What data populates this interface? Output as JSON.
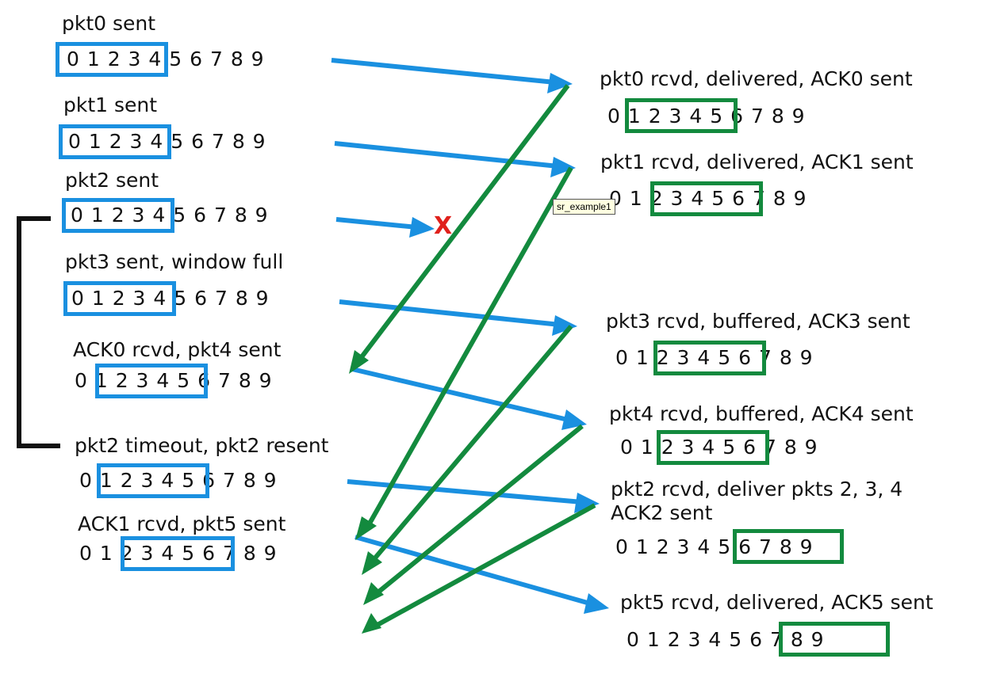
{
  "sender": [
    {
      "label": "pkt0 sent",
      "seq": "0 1 2 3 4 5 6 7 8 9"
    },
    {
      "label": "pkt1 sent",
      "seq": "0 1 2 3 4 5 6 7 8 9"
    },
    {
      "label": "pkt2 sent",
      "seq": "0 1 2 3 4 5 6 7 8 9"
    },
    {
      "label": "pkt3 sent, window full",
      "seq": "0 1 2 3 4 5 6 7 8 9"
    },
    {
      "label": "ACK0 rcvd, pkt4 sent",
      "seq": "0 1 2 3 4 5 6 7 8 9"
    },
    {
      "label": "pkt2 timeout, pkt2 resent",
      "seq": "0 1 2 3 4 5 6 7 8 9"
    },
    {
      "label": "ACK1 rcvd, pkt5 sent",
      "seq": "0 1 2 3 4 5 6 7 8 9"
    }
  ],
  "receiver": [
    {
      "label": "pkt0 rcvd, delivered, ACK0 sent",
      "seq": "0 1 2 3 4 5 6 7 8 9"
    },
    {
      "label": "pkt1 rcvd, delivered, ACK1 sent",
      "seq": "0 1 2 3 4 5 6 7 8 9"
    },
    {
      "label": "pkt3 rcvd, buffered, ACK3 sent",
      "seq": "0 1 2 3 4 5 6 7 8 9"
    },
    {
      "label": "pkt4 rcvd, buffered, ACK4 sent",
      "seq": "0 1 2 3 4 5 6 7 8 9"
    },
    {
      "label": "pkt2 rcvd, deliver pkts 2, 3, 4",
      "label2": "ACK2 sent",
      "seq": "0 1 2 3 4 5 6 7 8 9"
    },
    {
      "label": "pkt5 rcvd, delivered, ACK5 sent",
      "seq": "0 1 2 3 4 5 6 7 8 9"
    }
  ],
  "loss_mark": "X",
  "tooltip": "sr_example1",
  "colors": {
    "sender_window": "#1a90e0",
    "receiver_window": "#138a3e",
    "data_arrow": "#1a90e0",
    "ack_arrow": "#138a3e",
    "loss": "#e0211c"
  }
}
